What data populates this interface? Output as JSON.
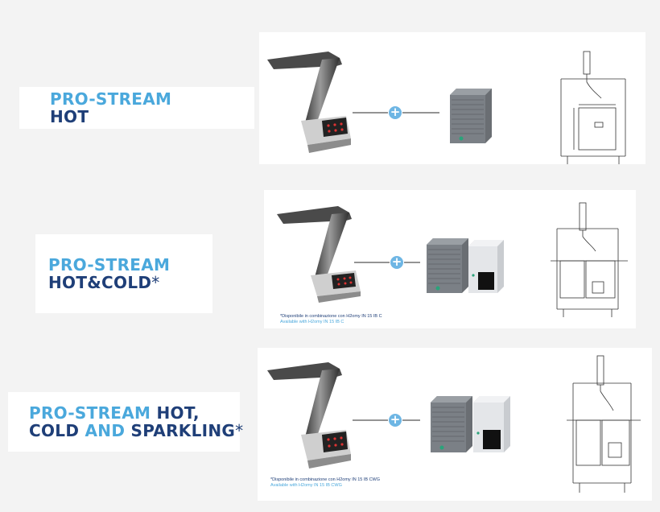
{
  "rows": [
    {
      "label_line1_light": "PRO-STREAM",
      "label_line2_dark": "HOT",
      "label_line2_sep": "",
      "label_line2_dark_b": "",
      "label_asterisk": "",
      "note_it": "",
      "note_en": ""
    },
    {
      "label_line1_light": "PRO-STREAM",
      "label_line2_dark": "HOT",
      "label_line2_sep": "&",
      "label_line2_dark_b": "COLD",
      "label_asterisk": "*",
      "note_it": "*Disponibile in combinazione con H2omy IN 15 IB C",
      "note_en": "Available with H2omy IN 15 IB C"
    },
    {
      "label_line1_light": "PRO-STREAM",
      "label_line1_dark": "HOT,",
      "label_line2_dark": "COLD",
      "label_line2_light": "AND",
      "label_line2_dark_b": "SPARKLING",
      "label_asterisk": "*",
      "note_it": "*Disponibile in combinazione con H2omy IN 15 IB CWG",
      "note_en": "Available with H2omy IN 15 IB CWG"
    }
  ],
  "plus_symbol": "+",
  "colors": {
    "accent_light": "#4aa8dc",
    "accent_dark": "#1f3f78",
    "background": "#f3f3f3"
  }
}
